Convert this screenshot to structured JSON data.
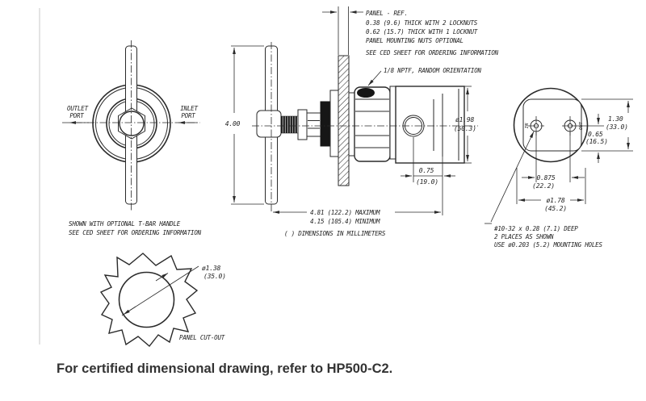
{
  "colors": {
    "line": "#2a2a2a",
    "caption_text": "#333333",
    "page_edge": "#c9c9c9"
  },
  "panel_note": {
    "line1": "PANEL - REF.",
    "line2": "0.38 (9.6) THICK WITH 2 LOCKNUTS",
    "line3": "0.62 (15.7) THICK WITH 1 LOCKNUT",
    "line4": "PANEL MOUNTING NUTS OPTIONAL",
    "line5": "SEE CED SHEET FOR ORDERING INFORMATION"
  },
  "port_note": "1/8 NPTF, RANDOM ORIENTATION",
  "front_view": {
    "outlet_line1": "OUTLET",
    "outlet_line2": "PORT",
    "inlet_line1": "INLET",
    "inlet_line2": "PORT",
    "handle_note_line1": "SHOWN WITH OPTIONAL T-BAR HANDLE",
    "handle_note_line2": "SEE CED SHEET FOR ORDERING INFORMATION"
  },
  "side_view": {
    "handle_length": "4.00",
    "body_dia": "ø1.98",
    "body_dia_mm": "(50.3)",
    "port_offset": "0.75",
    "port_offset_mm": "(19.0)",
    "length_max": "4.81 (122.2) MAXIMUM",
    "length_min": "4.15 (105.4) MINIMUM",
    "mm_note": "( ) DIMENSIONS IN MILLIMETERS"
  },
  "rear_view": {
    "in_label": "IN",
    "out_label": "OUT",
    "height": "1.30",
    "height_mm": "(33.0)",
    "half_height": "0.65",
    "half_height_mm": "(16.5)",
    "hole_spacing": "0.875",
    "hole_spacing_mm": "(22.2)",
    "bolt_circle": "ø1.78",
    "bolt_circle_mm": "(45.2)",
    "mount_note_line1": "#10-32 x 0.28 (7.1) DEEP",
    "mount_note_line2": "2 PLACES AS SHOWN",
    "mount_note_line3": "USE ø0.203 (5.2) MOUNTING HOLES"
  },
  "cutout_view": {
    "dia": "ø1.38",
    "dia_mm": "(35.0)",
    "label": "PANEL CUT-OUT"
  },
  "caption": "For certified dimensional drawing, refer to HP500-C2."
}
